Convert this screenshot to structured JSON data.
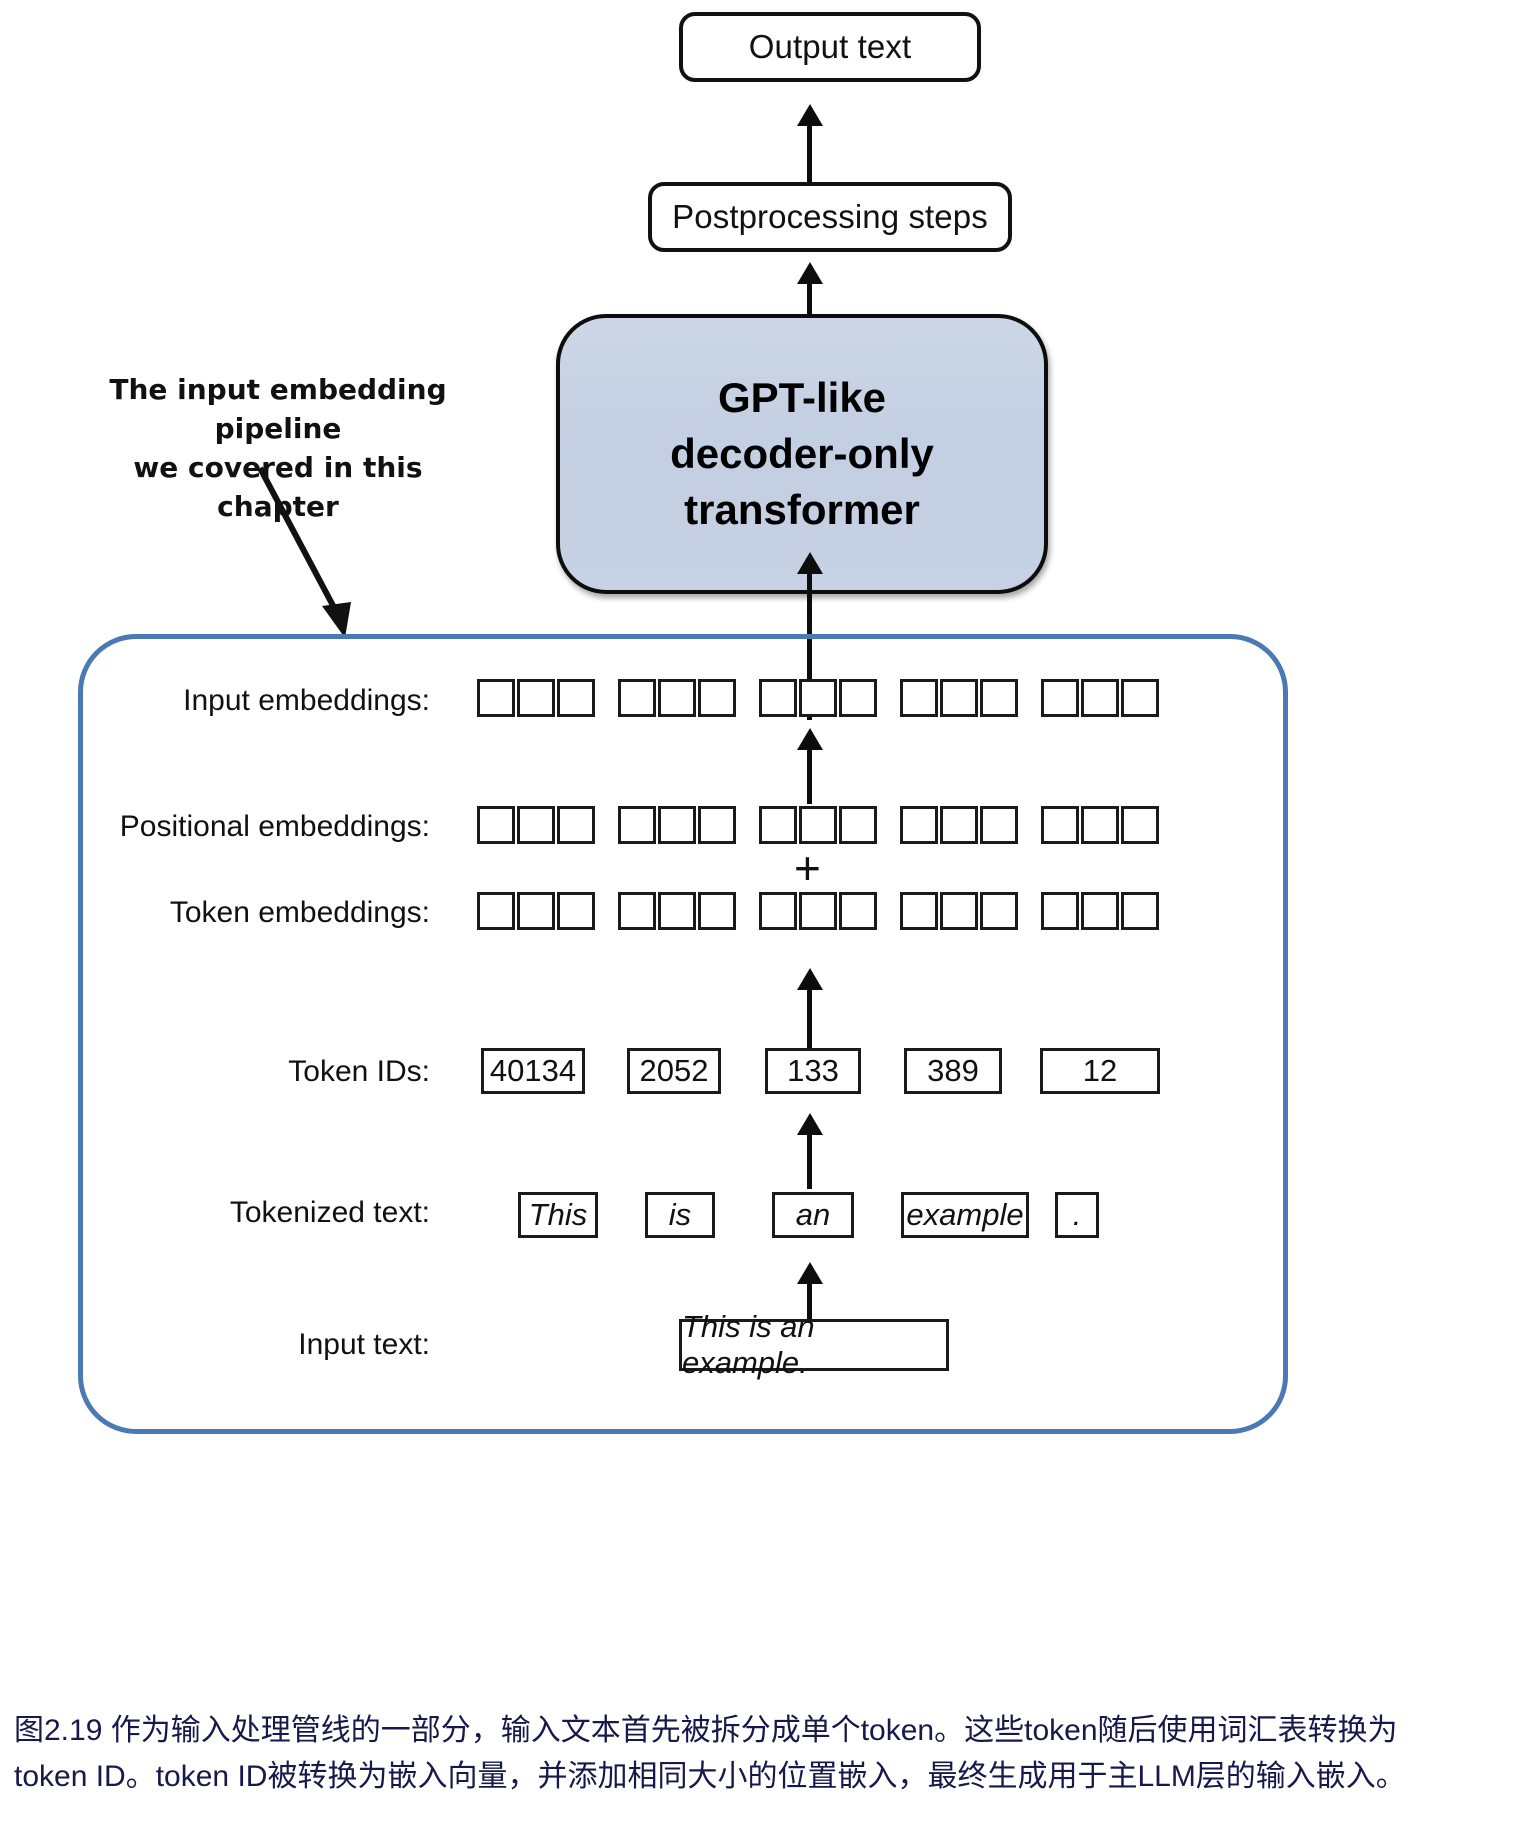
{
  "diagram": {
    "title": "Input embedding pipeline for a GPT-like decoder-only transformer",
    "top_nodes": {
      "output_text": "Output text",
      "postprocessing": "Postprocessing steps",
      "model_line1": "GPT-like",
      "model_line2": "decoder-only",
      "model_line3": "transformer"
    },
    "annotation": {
      "line1": "The input embedding pipeline",
      "line2": "we covered in this chapter"
    },
    "row_labels": {
      "input_embeddings": "Input embeddings:",
      "positional_embeddings": "Positional embeddings:",
      "token_embeddings": "Token embeddings:",
      "token_ids": "Token IDs:",
      "tokenized_text": "Tokenized text:",
      "input_text": "Input text:"
    },
    "operator": "+",
    "token_ids": [
      "40134",
      "2052",
      "133",
      "389",
      "12"
    ],
    "tokenized_text": [
      "This",
      "is",
      "an",
      "example",
      "."
    ],
    "input_text": "This is an example.",
    "embedding_vector_cells": 3,
    "embedding_columns": 5,
    "colors": {
      "model_block_fill": "#c6d1e3",
      "container_border": "#4a79b3",
      "stroke": "#111111",
      "caption_text": "#16194a"
    }
  },
  "caption": {
    "line1": "图2.19 作为输入处理管线的一部分，输入文本首先被拆分成单个token。这些token随后使用词汇表转换为",
    "line2": "token ID。token ID被转换为嵌入向量，并添加相同大小的位置嵌入，最终生成用于主LLM层的输入嵌入。"
  }
}
